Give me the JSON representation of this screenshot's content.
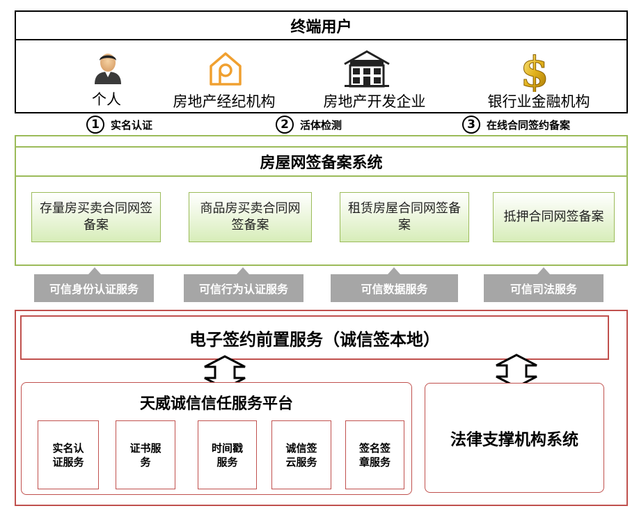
{
  "end_users": {
    "title": "终端用户",
    "items": [
      {
        "label": "个人",
        "icon": "person-icon"
      },
      {
        "label": "房地产经纪机构",
        "icon": "house-outline-icon"
      },
      {
        "label": "房地产开发企业",
        "icon": "building-icon"
      },
      {
        "label": "银行业金融机构",
        "icon": "dollar-icon"
      }
    ]
  },
  "steps": [
    {
      "num": "1",
      "label": "实名认证"
    },
    {
      "num": "2",
      "label": "活体检测"
    },
    {
      "num": "3",
      "label": "在线合同签约备案"
    }
  ],
  "signing_system": {
    "title": "房屋网签备案系统",
    "cards": [
      "存量房买卖合同网签备案",
      "商品房买卖合同网签备案",
      "租赁房屋合同网签备案",
      "抵押合同网签备案"
    ]
  },
  "services": [
    "可信身份认证服务",
    "可信行为认证服务",
    "可信数据服务",
    "可信司法服务"
  ],
  "front_service": {
    "title": "电子签约前置服务（诚信签本地）"
  },
  "trust_platform": {
    "title": "天威诚信信任服务平台",
    "items": [
      "实名认证服务",
      "证书服务",
      "时间戳服务",
      "诚信签云服务",
      "签名签章服务"
    ]
  },
  "legal_system": {
    "title": "法律支撑机构系统"
  },
  "colors": {
    "green_border": "#9bbb59",
    "red_border": "#c0504d",
    "service_gray": "#a6a6a6"
  }
}
